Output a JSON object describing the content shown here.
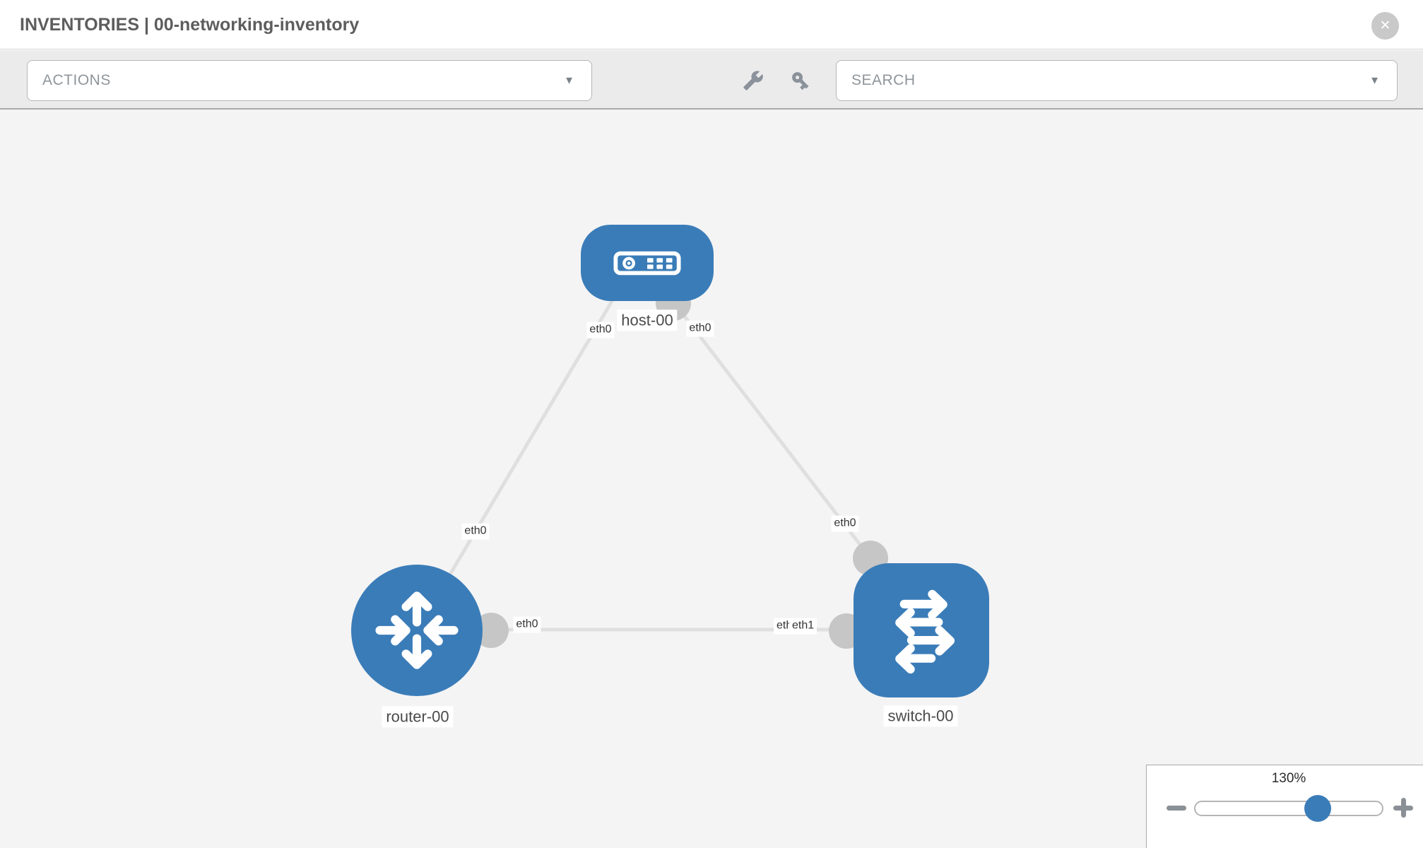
{
  "header": {
    "title": "INVENTORIES | 00-networking-inventory"
  },
  "icons": {
    "close": "✕",
    "caret": "▼"
  },
  "toolbar": {
    "actions_label": "ACTIONS",
    "search_placeholder": "SEARCH"
  },
  "topology": {
    "nodes": [
      {
        "label": "host-00",
        "type": "host"
      },
      {
        "label": "router-00",
        "type": "router"
      },
      {
        "label": "switch-00",
        "type": "switch"
      }
    ],
    "links": [
      {
        "from": "host-00",
        "to": "router-00"
      },
      {
        "from": "host-00",
        "to": "switch-00"
      },
      {
        "from": "router-00",
        "to": "switch-00"
      }
    ],
    "interfaces": {
      "host_end_to_router": "eth0",
      "host_end_to_switch": "eth0",
      "router_end_to_host": "eth0",
      "switch_end_to_host": "eth0",
      "router_end_to_switch": "eth0",
      "switch_end_to_router_back": "eth0",
      "switch_end_to_router_front": "eth1"
    }
  },
  "zoom_control": {
    "level": "130%"
  },
  "colors": {
    "node_blue": "#3a7cb8",
    "link_gray": "#dfdfdf",
    "port_gray": "#c6c6c6",
    "canvas_bg": "#f4f4f4",
    "toolbar_bg": "#ebebeb"
  }
}
